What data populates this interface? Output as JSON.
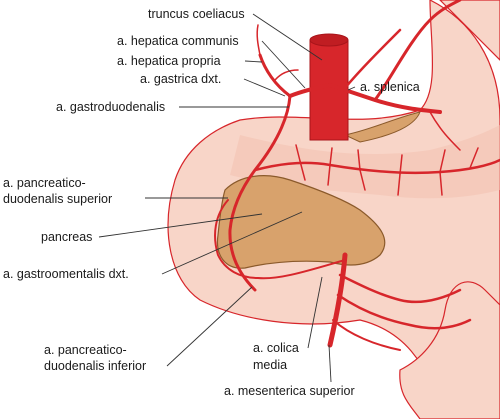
{
  "colors": {
    "artery": "#d7262b",
    "artery_dark": "#a8141a",
    "organ_fill": "#f8d5c8",
    "organ_stroke": "#d7262b",
    "pancreas_fill": "#d8a26c",
    "pancreas_stroke": "#8b5a2b",
    "text": "#1a1a1a"
  },
  "labels": {
    "truncus_coeliacus": "truncus coeliacus",
    "hepatica_communis": "a. hepatica communis",
    "hepatica_propria": "a. hepatica propria",
    "gastrica_dxt": "a. gastrica dxt.",
    "gastroduodenalis": "a. gastroduodenalis",
    "splenica": "a. splenica",
    "pd_superior_1": "a. pancreatico-",
    "pd_superior_2": "duodenalis superior",
    "pancreas": "pancreas",
    "gastroomentalis": "a. gastroomentalis dxt.",
    "pd_inferior_1": "a. pancreatico-",
    "pd_inferior_2": "duodenalis inferior",
    "colica_1": "a. colica",
    "colica_2": "media",
    "mesenterica": "a. mesenterica superior"
  }
}
